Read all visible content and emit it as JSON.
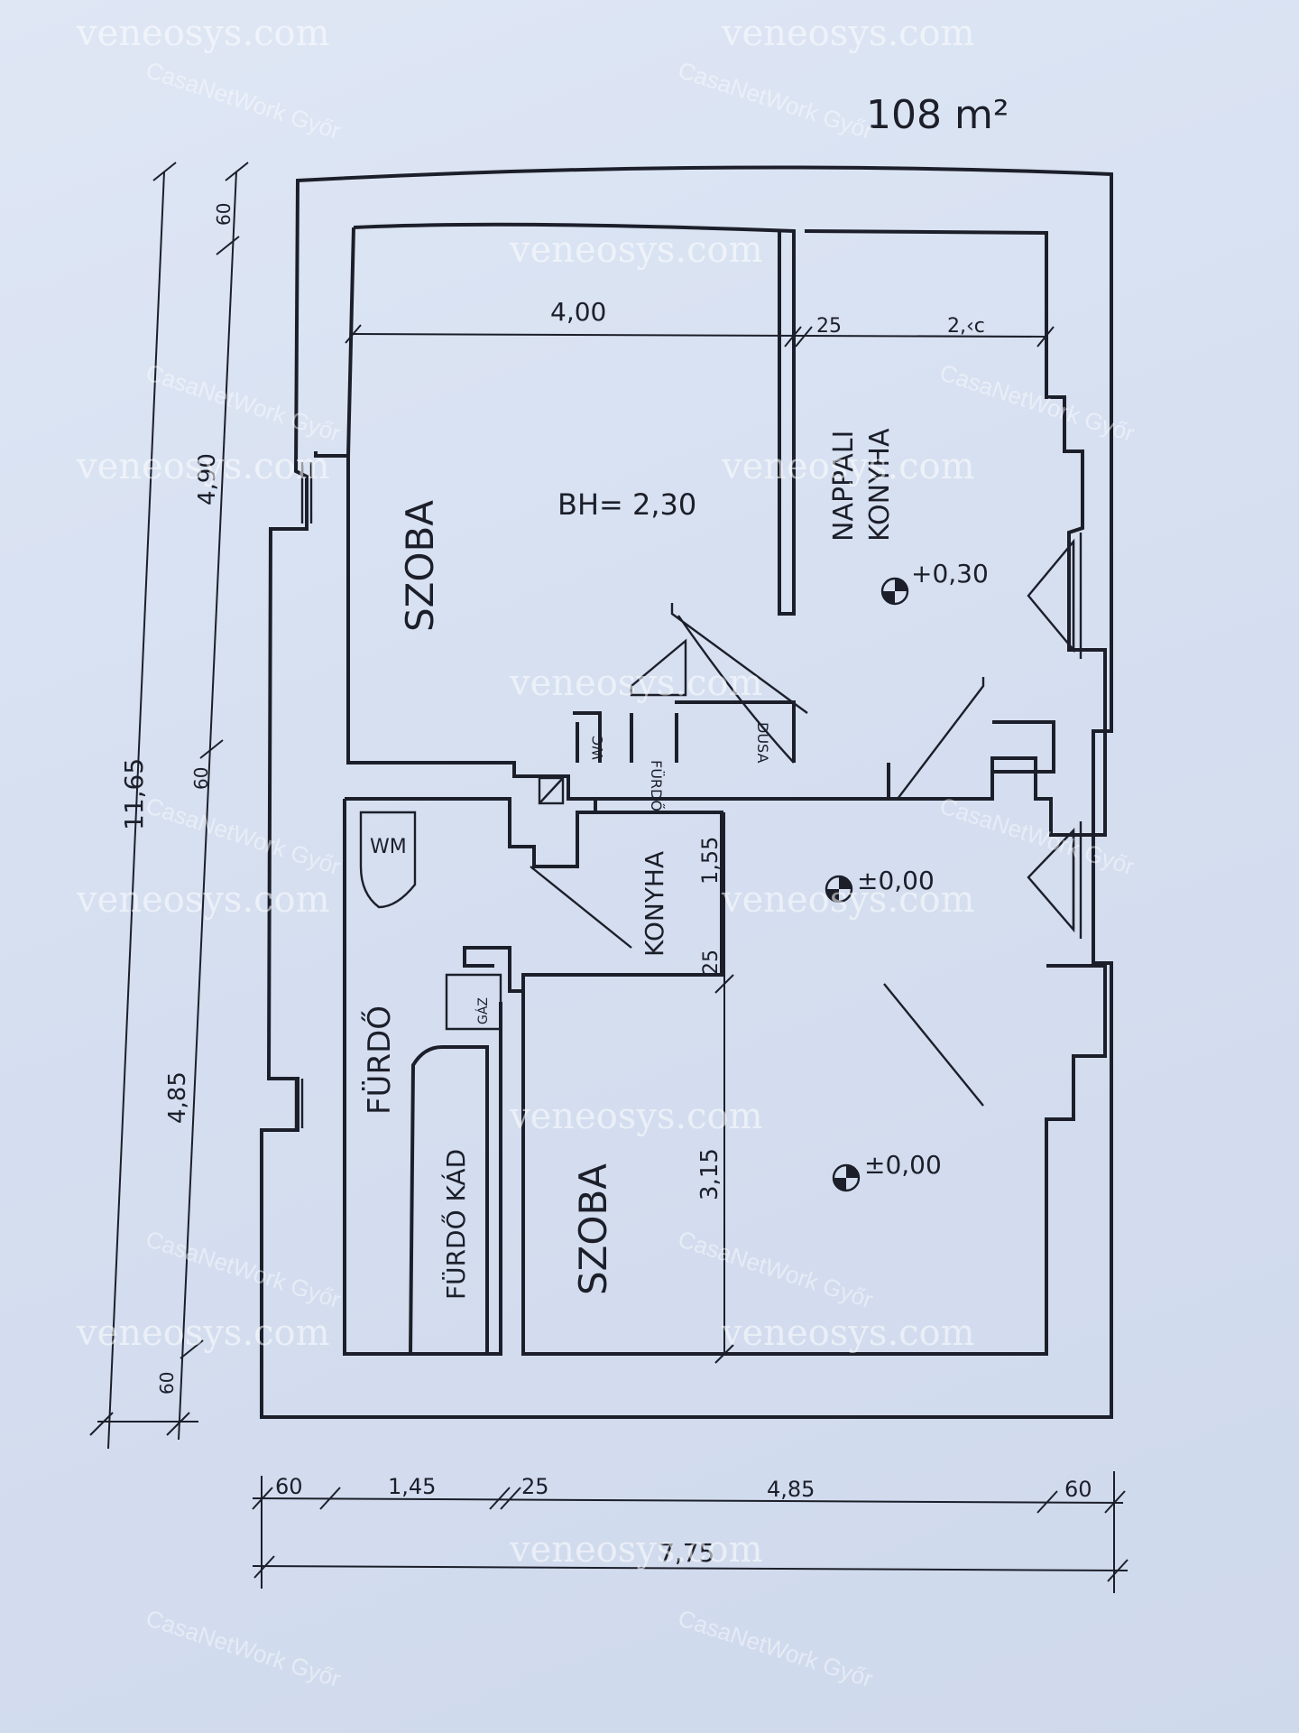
{
  "area_label": "108 m²",
  "rooms": {
    "szoba_top": "SZOBA",
    "nappali": "NAPPALI",
    "konyha_top": "KONYHA",
    "konyha_mid": "KONYHA",
    "furdo": "FÜRDŐ",
    "furdo_kad": "FÜRDŐ KÁD",
    "szoba_bottom": "SZOBA",
    "wc": "WC",
    "dusa": "DUSA",
    "furdo_small": "FÜRDŐ",
    "wm": "WM",
    "gaz": "GÁZ"
  },
  "annotations": {
    "bh": "BH= 2,30",
    "level_top": "+0,30",
    "level_mid": "±0,00",
    "level_bottom": "±0,00"
  },
  "dimensions": {
    "d_400": "4,00",
    "d_25_top": "25",
    "d_2xx": "2,‹c",
    "d_60_top": "60",
    "d_490": "4,90",
    "d_60_mid": "60",
    "d_1165": "11,65",
    "d_485": "4,85",
    "d_60_bot": "60",
    "d_155": "1,55",
    "d_25_mid": "25",
    "d_315": "3,15",
    "b_60a": "60",
    "b_145": "1,45",
    "b_25": "25",
    "b_485": "4,85",
    "b_60b": "60",
    "b_775": "7,75"
  },
  "watermarks": {
    "main": "veneosys.com",
    "sub": "CasaNetWork Győr"
  }
}
